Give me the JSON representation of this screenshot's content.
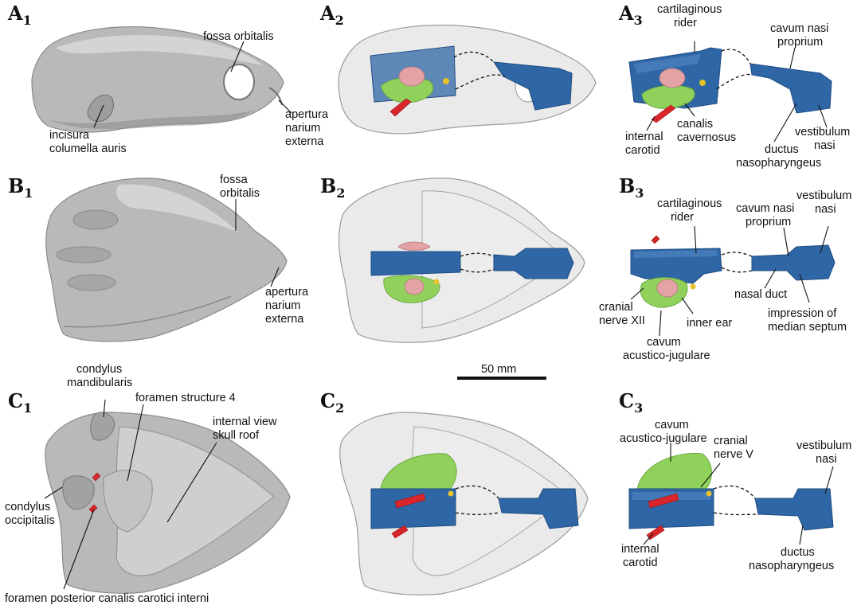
{
  "panels": {
    "A1": {
      "letter": "A",
      "sub": "1"
    },
    "A2": {
      "letter": "A",
      "sub": "2"
    },
    "A3": {
      "letter": "A",
      "sub": "3"
    },
    "B1": {
      "letter": "B",
      "sub": "1"
    },
    "B2": {
      "letter": "B",
      "sub": "2"
    },
    "B3": {
      "letter": "B",
      "sub": "3"
    },
    "C1": {
      "letter": "C",
      "sub": "1"
    },
    "C2": {
      "letter": "C",
      "sub": "2"
    },
    "C3": {
      "letter": "C",
      "sub": "3"
    }
  },
  "labels": {
    "a1_fossa_orbitalis": "fossa orbitalis",
    "a1_incisura_l1": "incisura",
    "a1_incisura_l2": "columella auris",
    "a1_apertura_l1": "apertura",
    "a1_apertura_l2": "narium",
    "a1_apertura_l3": "externa",
    "a3_rider_l1": "cartilaginous",
    "a3_rider_l2": "rider",
    "a3_cavum_nasi_l1": "cavum nasi",
    "a3_cavum_nasi_l2": "proprium",
    "a3_internal_l1": "internal",
    "a3_internal_l2": "carotid",
    "a3_canalis_l1": "canalis",
    "a3_canalis_l2": "cavernosus",
    "a3_vestibulum_l1": "vestibulum",
    "a3_vestibulum_l2": "nasi",
    "a3_ductus_l1": "ductus",
    "a3_ductus_l2": "nasopharyngeus",
    "b1_fossa_l1": "fossa",
    "b1_fossa_l2": "orbitalis",
    "b1_apertura_l1": "apertura",
    "b1_apertura_l2": "narium",
    "b1_apertura_l3": "externa",
    "b3_rider_l1": "cartilaginous",
    "b3_rider_l2": "rider",
    "b3_cavum_nasi_l1": "cavum nasi",
    "b3_cavum_nasi_l2": "proprium",
    "b3_vestibulum_l1": "vestibulum",
    "b3_vestibulum_l2": "nasi",
    "b3_nasal_duct": "nasal duct",
    "b3_cranial_l1": "cranial",
    "b3_cranial_l2": "nerve XII",
    "b3_inner_ear": "inner ear",
    "b3_impression_l1": "impression of",
    "b3_impression_l2": "median septum",
    "b3_cavum_acu_l1": "cavum",
    "b3_cavum_acu_l2": "acustico-jugulare",
    "scale_bar": "50 mm",
    "c1_condylus_mand_l1": "condylus",
    "c1_condylus_mand_l2": "mandibularis",
    "c1_foramen4": "foramen structure 4",
    "c1_internal_view_l1": "internal view",
    "c1_internal_view_l2": "skull roof",
    "c1_condylus_occ_l1": "condylus",
    "c1_condylus_occ_l2": "occipitalis",
    "c1_foramen_post": "foramen posterior canalis carotici interni",
    "c3_cavum_acu_l1": "cavum",
    "c3_cavum_acu_l2": "acustico-jugulare",
    "c3_cranial_l1": "cranial",
    "c3_cranial_l2": "nerve V",
    "c3_vestibulum_l1": "vestibulum",
    "c3_vestibulum_l2": "nasi",
    "c3_internal_l1": "internal",
    "c3_internal_l2": "carotid",
    "c3_ductus_l1": "ductus",
    "c3_ductus_l2": "nasopharyngeus"
  },
  "colors": {
    "bone": "#b9b9b9",
    "nasal_cavity": "#2f67a6",
    "cavum_acustico_jugulare": "#8fd15a",
    "inner_ear": "#e3a2a6",
    "internal_carotid": "#d8262b",
    "nerves": "#e6c22a"
  }
}
